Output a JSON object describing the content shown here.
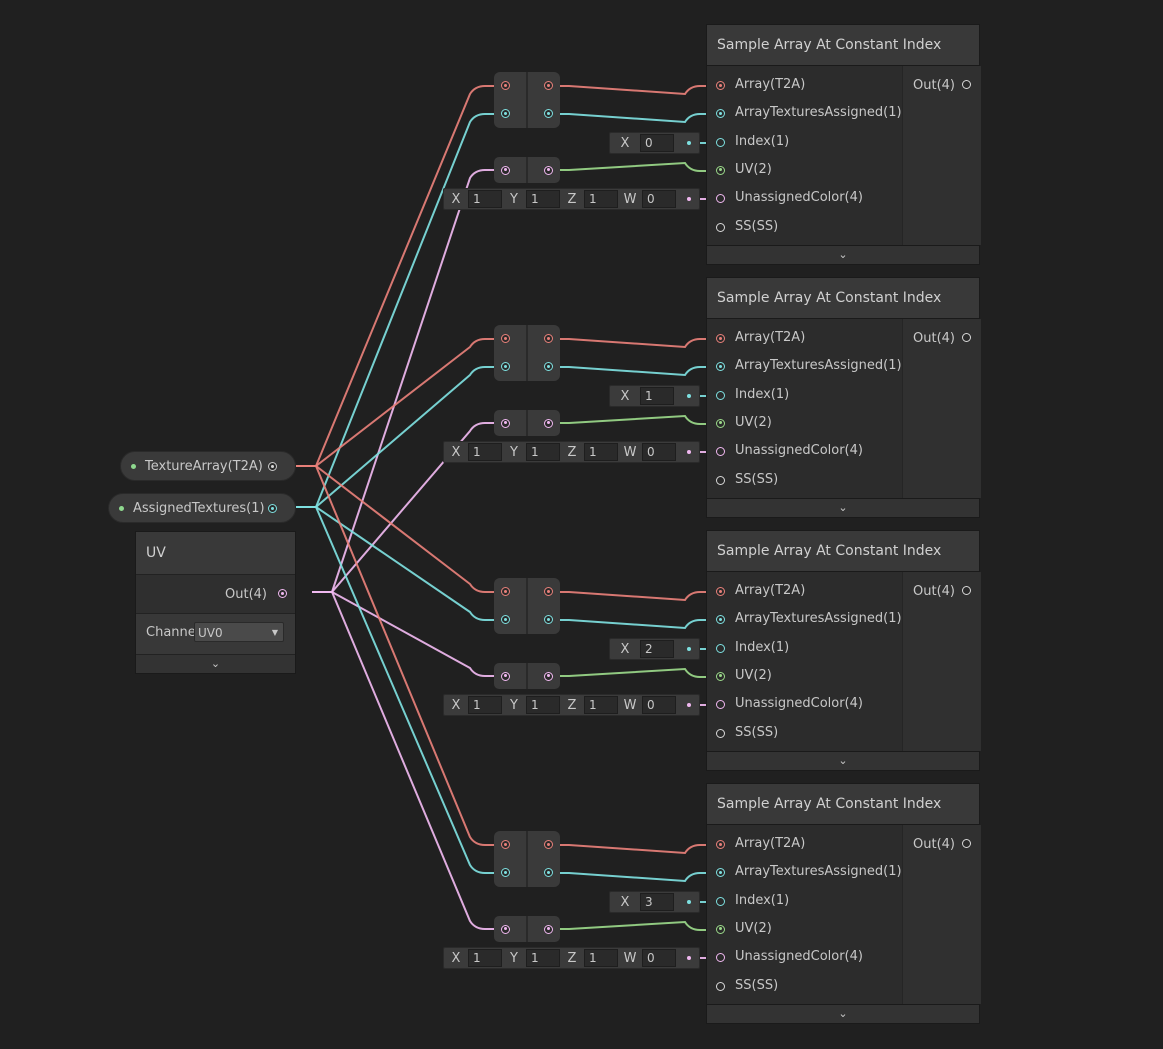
{
  "colors": {
    "array": "#e8807a",
    "assigned": "#7ee0e0",
    "uv": "#9bd98a",
    "color4": "#f0b8f0",
    "white": "#d8d8d8",
    "property_dot": "#8fd98f"
  },
  "properties": {
    "texture_array": "TextureArray(T2A)",
    "assigned_textures": "AssignedTextures(1)"
  },
  "uv_node": {
    "title": "UV",
    "out_label": "Out(4)",
    "channel_label": "Channe",
    "channel_value": "UV0",
    "expand_icon": "chevron-down-icon"
  },
  "sample_nodes": [
    {
      "title": "Sample Array At Constant Index",
      "inputs": [
        "Array(T2A)",
        "ArrayTexturesAssigned(1)",
        "Index(1)",
        "UV(2)",
        "UnassignedColor(4)",
        "SS(SS)"
      ],
      "output": "Out(4)",
      "index_axis": "X",
      "index_value": "0",
      "color_fields": {
        "x_label": "X",
        "x": "1",
        "y_label": "Y",
        "y": "1",
        "z_label": "Z",
        "z": "1",
        "w_label": "W",
        "w": "0"
      }
    },
    {
      "title": "Sample Array At Constant Index",
      "inputs": [
        "Array(T2A)",
        "ArrayTexturesAssigned(1)",
        "Index(1)",
        "UV(2)",
        "UnassignedColor(4)",
        "SS(SS)"
      ],
      "output": "Out(4)",
      "index_axis": "X",
      "index_value": "1",
      "color_fields": {
        "x_label": "X",
        "x": "1",
        "y_label": "Y",
        "y": "1",
        "z_label": "Z",
        "z": "1",
        "w_label": "W",
        "w": "0"
      }
    },
    {
      "title": "Sample Array At Constant Index",
      "inputs": [
        "Array(T2A)",
        "ArrayTexturesAssigned(1)",
        "Index(1)",
        "UV(2)",
        "UnassignedColor(4)",
        "SS(SS)"
      ],
      "output": "Out(4)",
      "index_axis": "X",
      "index_value": "2",
      "color_fields": {
        "x_label": "X",
        "x": "1",
        "y_label": "Y",
        "y": "1",
        "z_label": "Z",
        "z": "1",
        "w_label": "W",
        "w": "0"
      }
    },
    {
      "title": "Sample Array At Constant Index",
      "inputs": [
        "Array(T2A)",
        "ArrayTexturesAssigned(1)",
        "Index(1)",
        "UV(2)",
        "UnassignedColor(4)",
        "SS(SS)"
      ],
      "output": "Out(4)",
      "index_axis": "X",
      "index_value": "3",
      "color_fields": {
        "x_label": "X",
        "x": "1",
        "y_label": "Y",
        "y": "1",
        "z_label": "Z",
        "z": "1",
        "w_label": "W",
        "w": "0"
      }
    }
  ]
}
